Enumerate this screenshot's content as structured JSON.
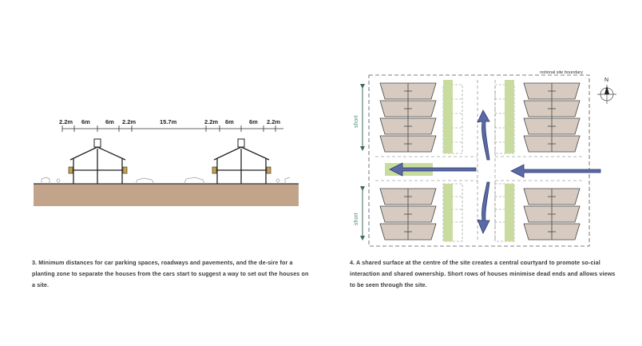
{
  "section": {
    "dimensions": [
      "2.2m",
      "6m",
      "6m",
      "2.2m",
      "15.7m",
      "2.2m",
      "6m",
      "6m",
      "2.2m"
    ]
  },
  "plan": {
    "boundary_label": "notional site boundary",
    "side_label_top": "short",
    "side_label_bottom": "short",
    "north_label": "N"
  },
  "captions": {
    "left": "3.  Minimum distances for car parking spaces, roadways and pavements, and the de-sire for a planting zone to separate the houses from the cars start to suggest a way to set out the houses on a site.",
    "right": "4.  A shared surface at the centre of the site creates a central courtyard to promote so-cial interaction and shared ownership.  Short rows of houses minimise dead ends and allows views to be seen through the site."
  },
  "colors": {
    "ground": "#c2a48a",
    "house_fill": "#d7cbc1",
    "planting": "#c9dc9f",
    "arrow_flow": "#5a6aa7",
    "arrow_side": "#3f6b58"
  }
}
